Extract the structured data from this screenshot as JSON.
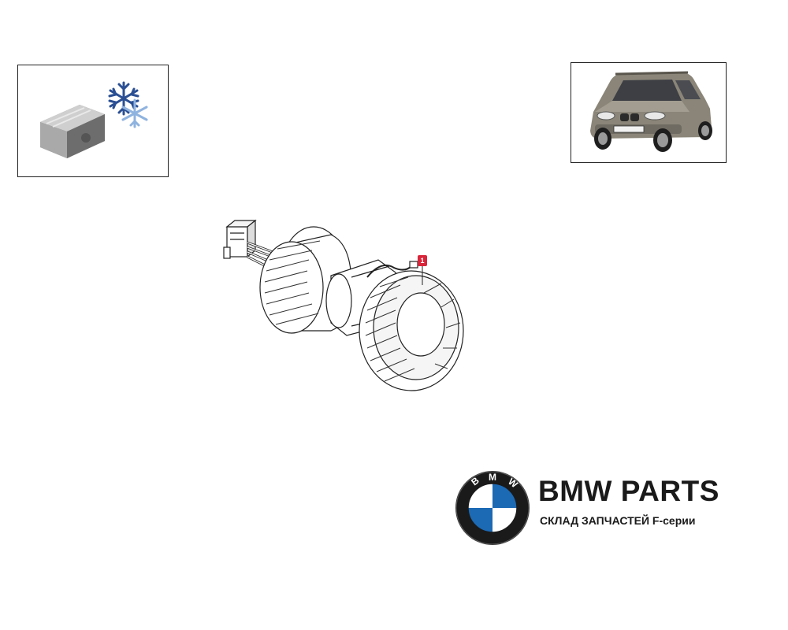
{
  "brand": {
    "title": "BMW PARTS",
    "subtitle": "СКЛАД ЗАПЧАСТЕЙ F-серии",
    "logo_letters": "BMW"
  },
  "diagram": {
    "part_callout": "1"
  },
  "icons": {
    "ac_module": "climate-control-snowflake-icon",
    "vehicle": "bmw-x3-suv-photo"
  },
  "colors": {
    "bmw_blue": "#1c69b4",
    "callout_red": "#d9253a",
    "snowflake_blue": "#2a4f93",
    "snowflake_light": "#8fb3df"
  }
}
